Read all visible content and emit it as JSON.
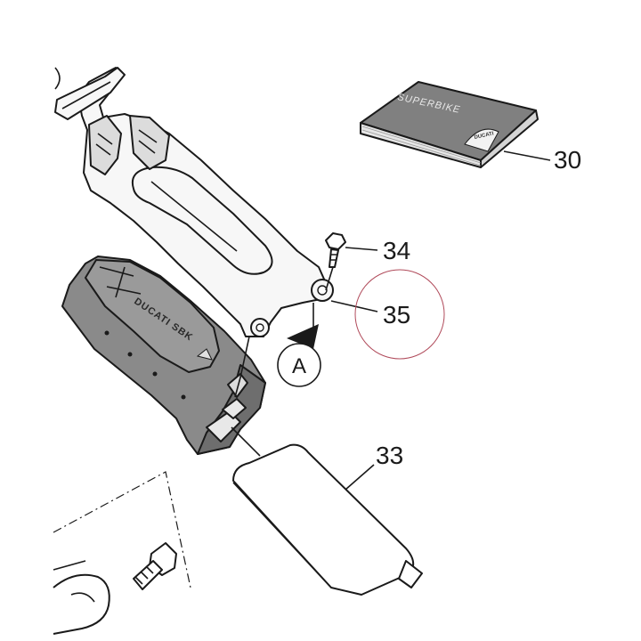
{
  "diagram": {
    "callouts": {
      "booklet": "30",
      "bolt": "34",
      "washer": "35",
      "cover": "33"
    },
    "view_marker": "A",
    "booklet_title": "SUPERBIKE",
    "booklet_logo": "DUCATI",
    "cover_text": "DUCATI SBK"
  },
  "colors": {
    "ink": "#1a1a1a",
    "part_fill": "#f7f7f7",
    "dark_part": "#8a8a8a",
    "dark_part_shade": "#6e6e6e",
    "booklet": "#7d7d7d",
    "highlight_circle": "#b04a5a"
  }
}
